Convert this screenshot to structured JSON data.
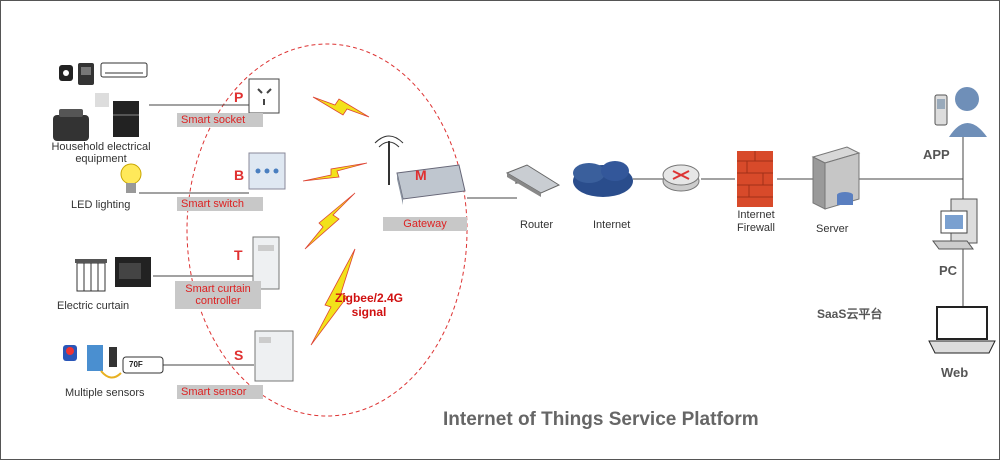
{
  "devices": {
    "household_label": "Household electrical equipment",
    "led_label": "LED lighting",
    "curtain_label": "Electric curtain",
    "sensors_label": "Multiple sensors",
    "thermo_display": "70F"
  },
  "smart": {
    "socket": {
      "letter": "P",
      "label": "Smart socket"
    },
    "switch": {
      "letter": "B",
      "label": "Smart switch"
    },
    "curtain": {
      "letter": "T",
      "label": "Smart curtain controller"
    },
    "sensor": {
      "letter": "S",
      "label": "Smart sensor"
    }
  },
  "gateway": {
    "letter": "M",
    "label": "Gateway"
  },
  "signal_label": "Zigbee/2.4G signal",
  "network": {
    "router": "Router",
    "internet": "Internet",
    "firewall": "Internet Firewall",
    "server": "Server",
    "saas": "SaaS云平台"
  },
  "clients": {
    "app": "APP",
    "pc": "PC",
    "web": "Web"
  },
  "platform_title": "Internet of Things Service Platform",
  "colors": {
    "accent_red": "#d01010",
    "tag_bg": "#c8c8c8",
    "lightning": "#f2e21a",
    "internet_cloud": "#2a4d8c"
  }
}
